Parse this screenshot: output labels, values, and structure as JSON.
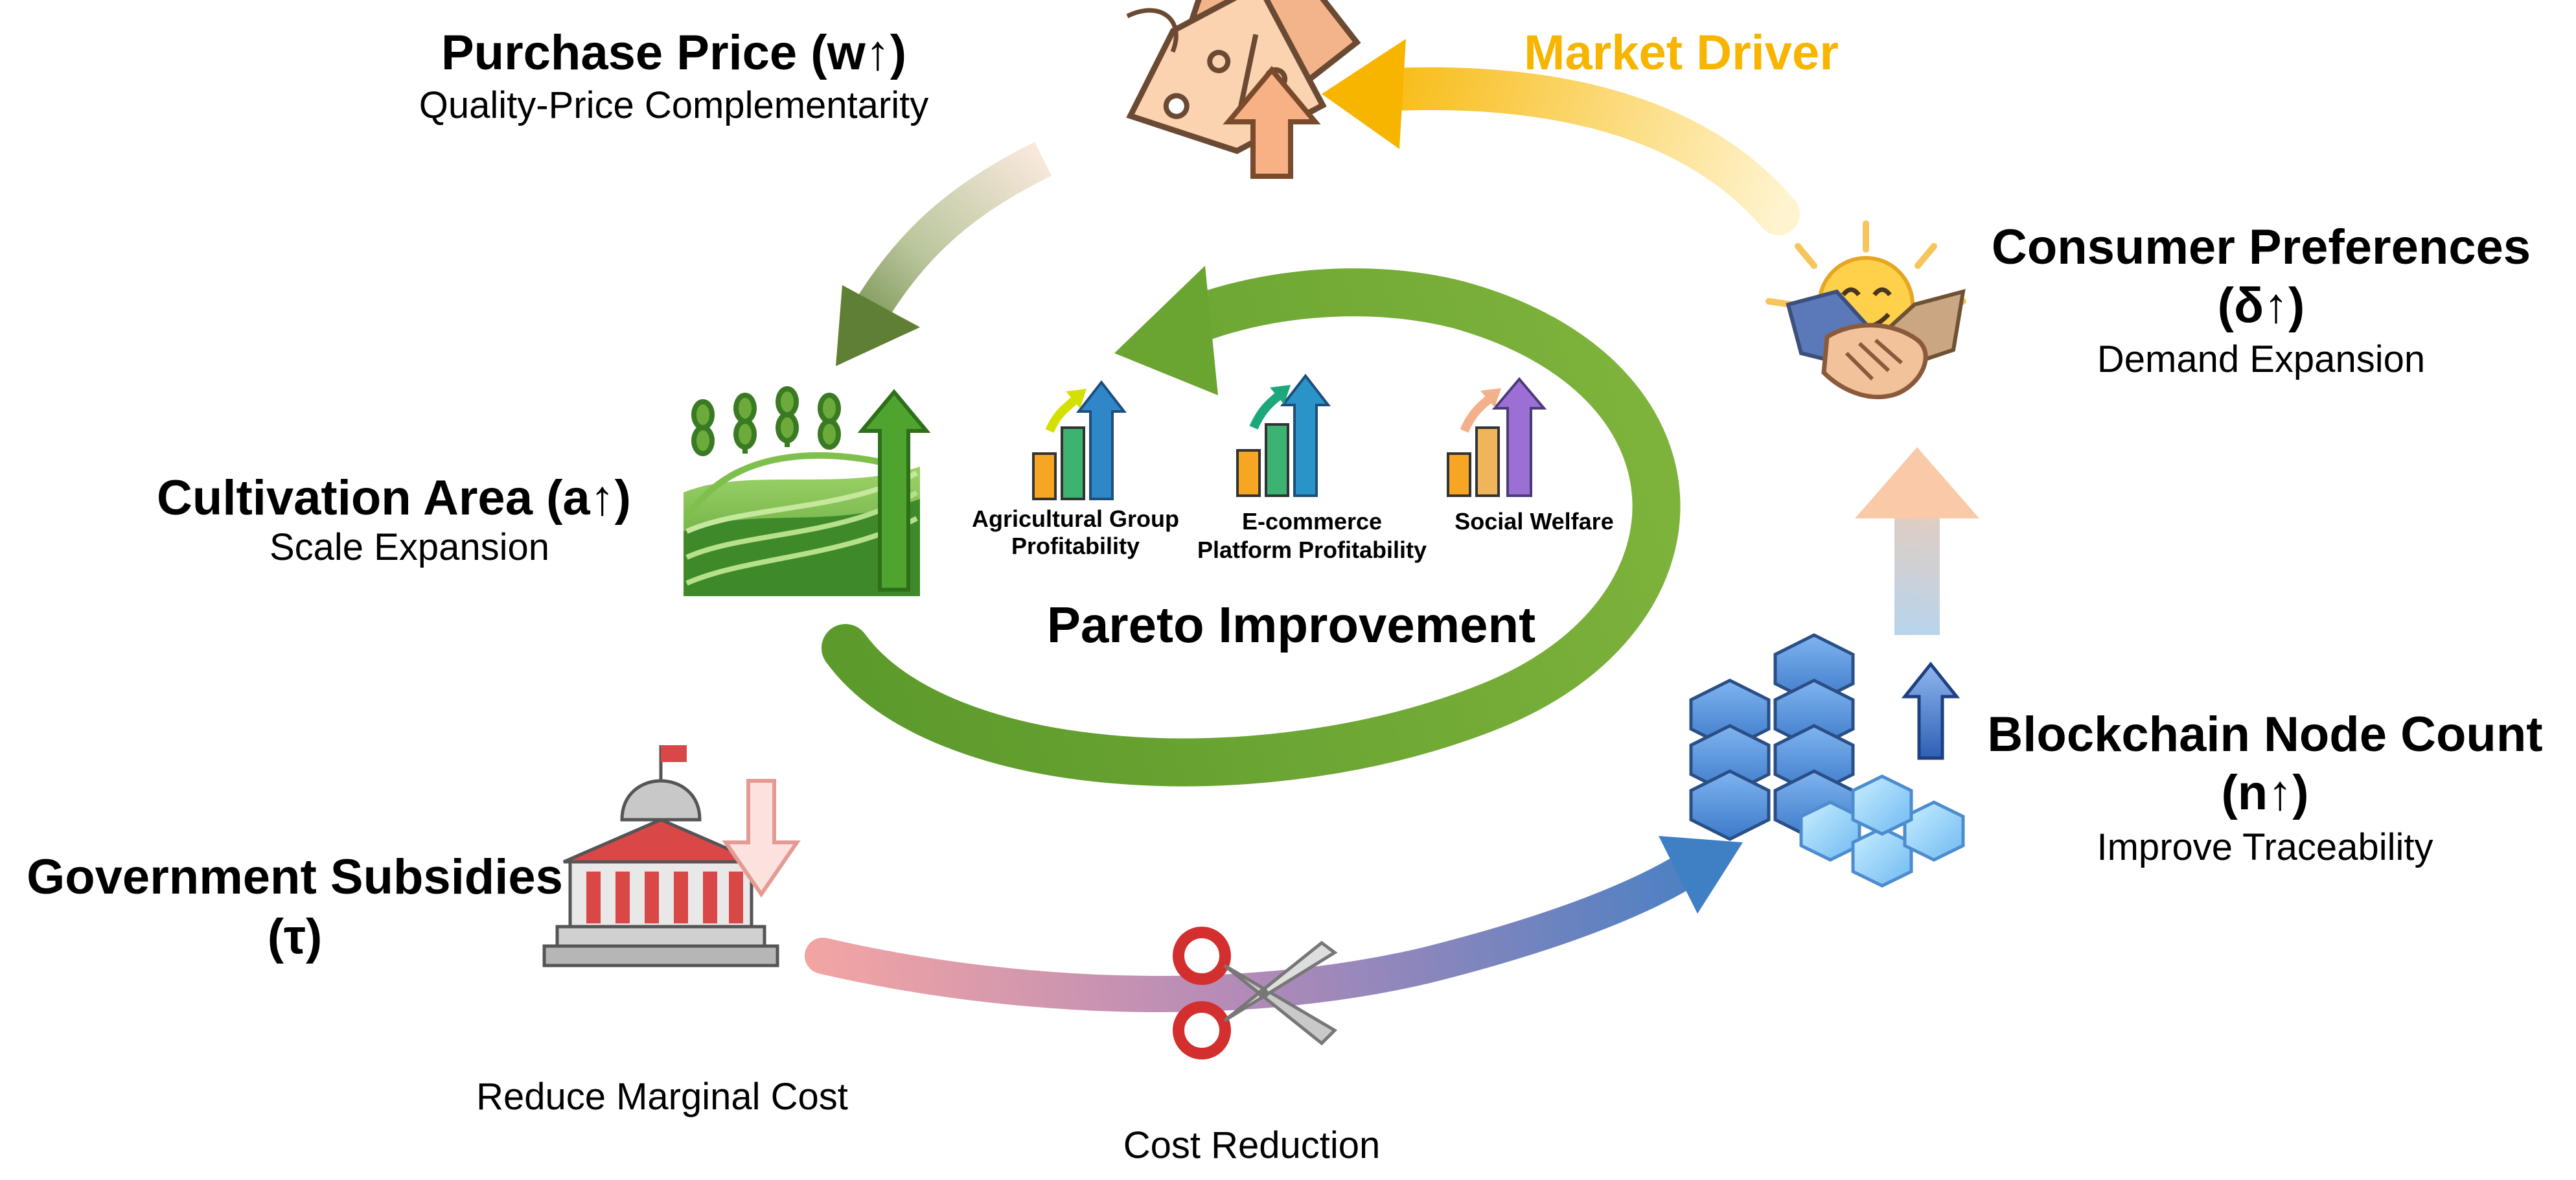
{
  "nodes": {
    "purchase_price": {
      "title": "Purchase Price  (w↑)",
      "subtitle": "Quality-Price Complementarity"
    },
    "consumer_preferences": {
      "title": "Consumer Preferences",
      "symbol": "(δ↑)",
      "subtitle": "Demand Expansion"
    },
    "cultivation_area": {
      "title": "Cultivation Area  (a↑)",
      "subtitle": "Scale Expansion"
    },
    "blockchain_nodes": {
      "title": "Blockchain Node Count",
      "symbol": "(n↑)",
      "subtitle": "Improve Traceability"
    },
    "government_subsidies": {
      "title": "Government Subsidies",
      "symbol": "(τ)"
    }
  },
  "flows": {
    "market_driver": "Market Driver",
    "reduce_marginal_cost": "Reduce Marginal Cost",
    "cost_reduction": "Cost Reduction"
  },
  "center": {
    "title": "Pareto Improvement",
    "metrics": [
      {
        "label_line1": "Agricultural Group",
        "label_line2": "Profitability"
      },
      {
        "label_line1": "E-commerce",
        "label_line2": "Platform Profitability"
      },
      {
        "label_line1": "Social Welfare",
        "label_line2": ""
      }
    ]
  },
  "colors": {
    "market_driver": "#f7b500",
    "green_cycle": "#6aa431",
    "cost_flow_start": "#e58a8a",
    "cost_flow_end": "#3f7fc4",
    "consumer_arrow": "#f6c6a4"
  },
  "icons": [
    "price-tag-icon",
    "up-arrow-icon",
    "handshake-icon",
    "smiley-sun-icon",
    "farm-field-icon",
    "bar-chart-icon",
    "blockchain-servers-icon",
    "government-building-icon",
    "down-arrow-icon",
    "scissors-icon"
  ]
}
